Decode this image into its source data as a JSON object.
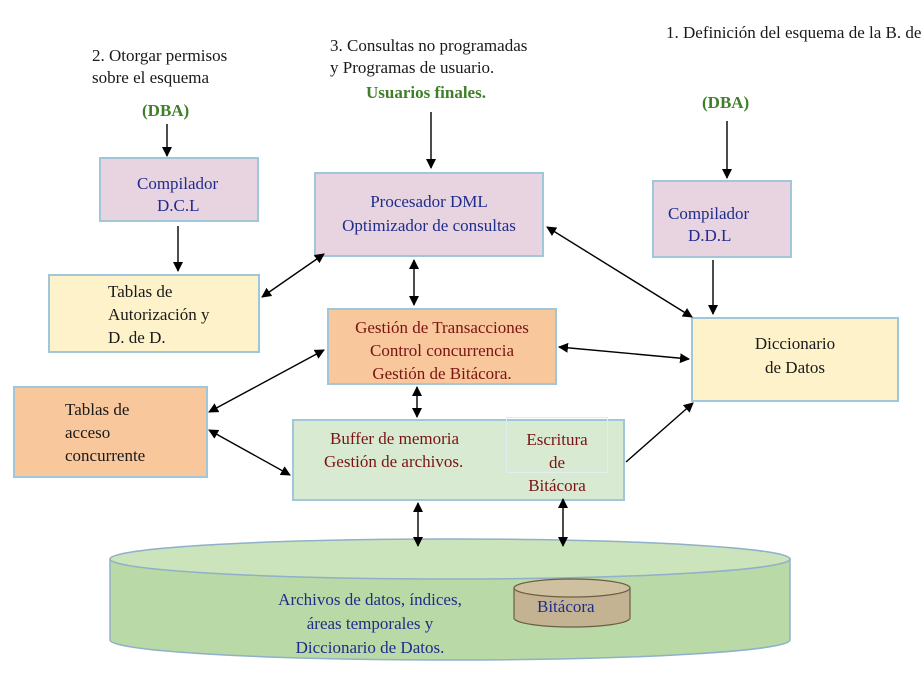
{
  "labels": {
    "dcl_perm_line1": "2. Otorgar permisos",
    "dcl_perm_line2": "sobre el esquema",
    "dcl_dba": "(DBA)",
    "queries_line1": "3. Consultas no programadas",
    "queries_line2": "y Programas de usuario.",
    "queries_users": "Usuarios finales.",
    "ddl_def_line1": "1. Definición",
    "ddl_def_line2": "del esquema  de",
    "ddl_def_line3": "la B. de D.",
    "ddl_dba": "(DBA)"
  },
  "boxes": {
    "compiler_dcl": {
      "line1": "Compilador",
      "line2": "D.C.L"
    },
    "dml_processor": {
      "line1": "Procesador DML",
      "line2": "Optimizador de consultas"
    },
    "compiler_ddl": {
      "line1": "Compilador",
      "line2": "D.D.L"
    },
    "auth_tables": {
      "line1": "Tablas de",
      "line2": "Autorización y",
      "line3": "D. de D."
    },
    "transactions": {
      "line1": "Gestión de Transacciones",
      "line2": "Control concurrencia",
      "line3": "Gestión de Bitácora."
    },
    "data_dictionary": {
      "line1": "Diccionario",
      "line2": "de Datos"
    },
    "concurrent_tables": {
      "line1": "Tablas de",
      "line2": "acceso",
      "line3": "concurrente"
    },
    "buffer": {
      "line1": "Buffer de memoria",
      "line2": "Gestión de archivos."
    },
    "log_writing": {
      "line1": "Escritura",
      "line2": "de",
      "line3": "Bitácora"
    }
  },
  "storage": {
    "line1": "Archivos de datos, índices,",
    "line2": "áreas temporales y",
    "line3": "Diccionario de Datos.",
    "log_cylinder": "Bitácora"
  },
  "colors": {
    "pink_box": "#e8d3e1",
    "yellow_box": "#fdf2c9",
    "orange_box": "#f8c79b",
    "green_box": "#d8ead2",
    "disk_green": "#b9d9a6",
    "log_cylinder": "#c4b392",
    "dba_text": "#3f7f2a",
    "blue_text": "#1f2d8a",
    "red_text": "#7a1414"
  }
}
